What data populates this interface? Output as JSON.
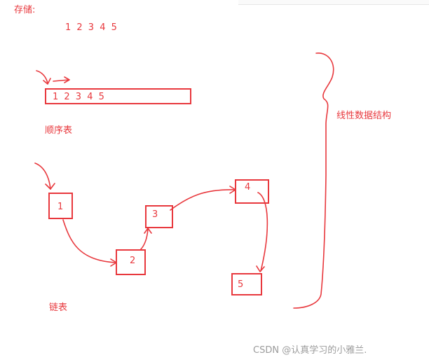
{
  "labels": {
    "storage": "存储:",
    "storage_numbers": "1 2 3 4 5",
    "seq_numbers": "1 2 3 4 5",
    "sequential_table": "顺序表",
    "linked_list": "链表",
    "linear_structure": "线性数据结构"
  },
  "nodes": [
    "1",
    "2",
    "3",
    "4",
    "5"
  ],
  "watermark": "CSDN @认真学习的小雅兰.",
  "colors": {
    "ink": "#e8383d",
    "watermark": "#9b9b9b"
  }
}
